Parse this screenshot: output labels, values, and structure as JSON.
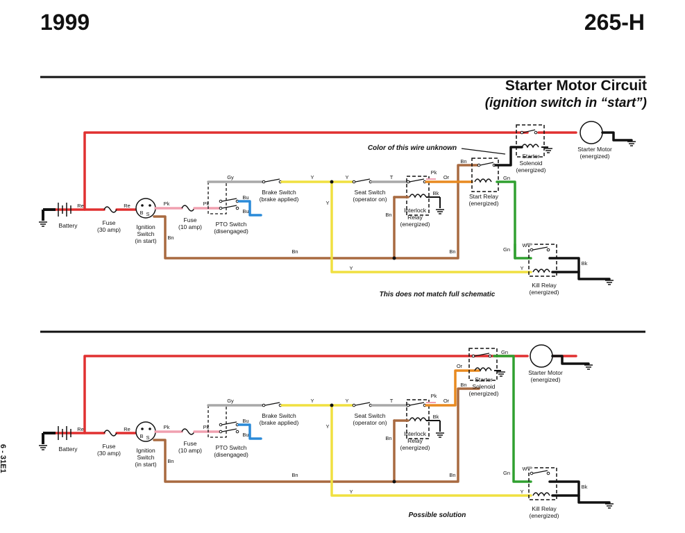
{
  "header": {
    "year": "1999",
    "model": "265-H"
  },
  "title": "Starter Motor Circuit",
  "subtitle": "(ignition switch in “start”)",
  "page_number": "6 - 31E1",
  "colors": {
    "red": "#e03030",
    "pink": "#f0a0b0",
    "gray": "#a8a8a8",
    "yellow": "#f0e040",
    "brown": "#a86a40",
    "orange": "#e88a20",
    "green": "#30a030",
    "blue": "#2a8ad8",
    "black": "#111111"
  },
  "components": {
    "battery": "Battery",
    "fuse30": [
      "Fuse",
      "(30 amp)"
    ],
    "ignition": [
      "Ignition",
      "Switch",
      "(in start)"
    ],
    "fuse10": [
      "Fuse",
      "(10 amp)"
    ],
    "pto": [
      "PTO Switch",
      "(disengaged)"
    ],
    "brake": [
      "Brake Switch",
      "(brake applied)"
    ],
    "seat": [
      "Seat Switch",
      "(operator on)"
    ],
    "interlock": [
      "Interlock",
      "Relay",
      "(energized)"
    ],
    "start_relay": [
      "Start Relay",
      "(energized)"
    ],
    "solenoid": [
      "Starter",
      "Solenoid",
      "(energized)"
    ],
    "motor": [
      "Starter Motor",
      "(energized)"
    ],
    "kill": [
      "Kill Relay",
      "(energized)"
    ]
  },
  "wire_labels": {
    "re": "Re",
    "pk": "Pk",
    "gy": "Gy",
    "bu": "Bu",
    "y": "Y",
    "t": "T",
    "bn": "Bn",
    "or": "Or",
    "gn": "Gn",
    "bk": "Bk",
    "w": "W"
  },
  "ign_pins": {
    "b": "B",
    "s": "S"
  },
  "notes": {
    "wire_unknown": "Color of this wire unknown",
    "mismatch": "This does not match full schematic",
    "solution": "Possible solution"
  }
}
